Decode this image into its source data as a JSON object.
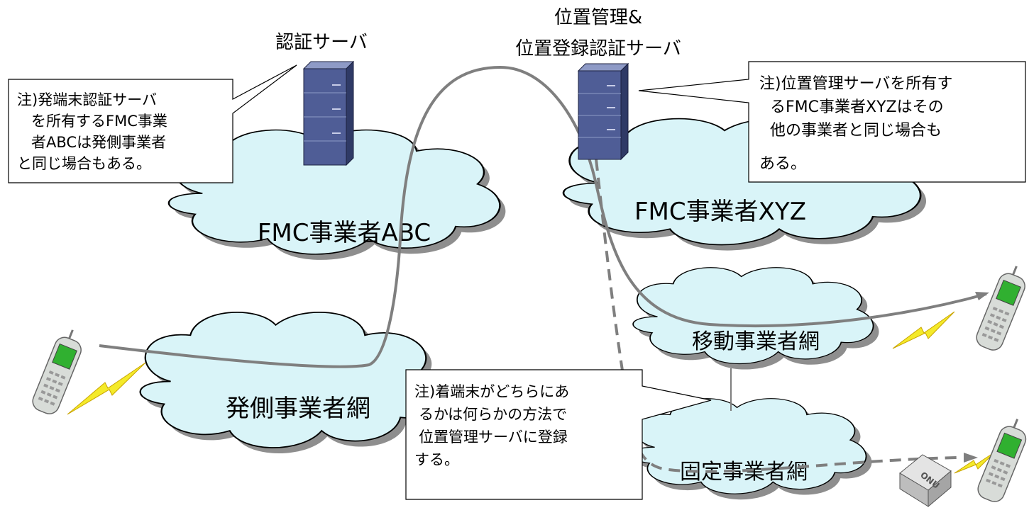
{
  "server_labels": {
    "auth": "認証サーバ",
    "location_line1": "位置管理&",
    "location_line2": "位置登録認証サーバ"
  },
  "clouds": {
    "abc": "FMC事業者ABC",
    "xyz": "FMC事業者XYZ",
    "origin": "発側事業者網",
    "mobile": "移動事業者網",
    "fixed": "固定事業者網"
  },
  "notes": {
    "left": [
      "注)発端末認証サーバ",
      "を所有するFMC事業",
      "者ABCは発側事業者",
      "と同じ場合もある。"
    ],
    "right": [
      "注)位置管理サーバを所有す",
      "るFMC事業者XYZはその",
      "他の事業者と同じ場合も",
      "ある。"
    ],
    "bottom": [
      "注)着端末がどちらにあ",
      "るかは何らかの方法で",
      "位置管理サーバに登録",
      "する。"
    ]
  },
  "onu_label": "ONU",
  "colors": {
    "cloud_fill": "#d9f4f8",
    "cloud_shadow": "#8e8e8e",
    "server_front": "#4f5d96",
    "server_side": "#2f3a66",
    "server_top": "#8e9ac6",
    "path": "#7f7f7f",
    "bolt": "#f4ea2a",
    "phone_body": "#d8dcd8",
    "phone_screen": "#30b030"
  }
}
